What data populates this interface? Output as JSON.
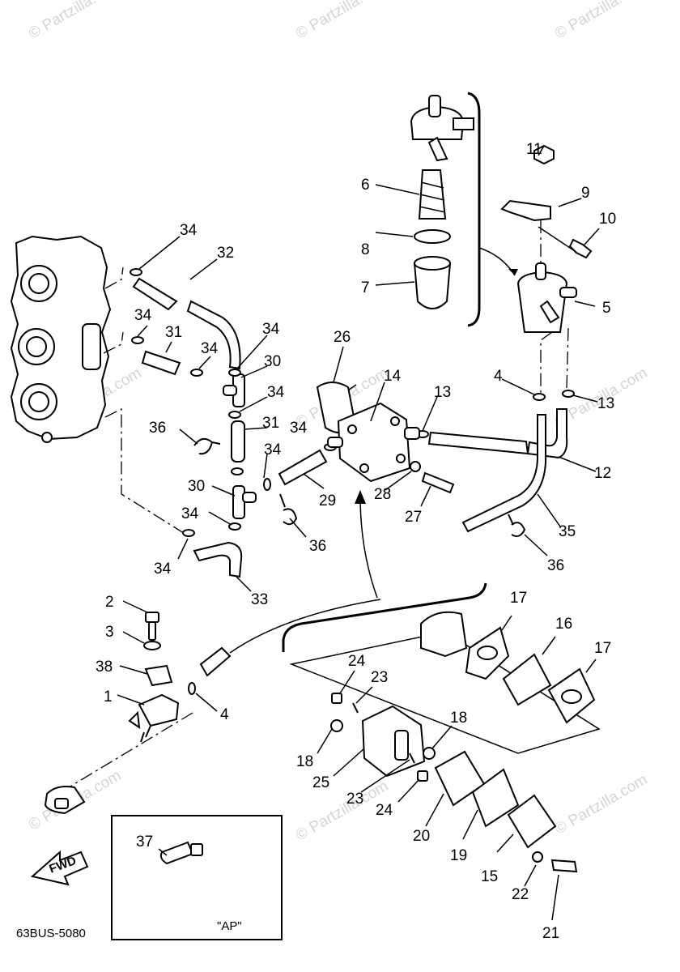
{
  "watermark": {
    "text": "© Partzilla.com"
  },
  "diagram_code": "63BUS-5080",
  "inset_caption": "\"AP\"",
  "fwd_label": "FWD",
  "callouts": [
    {
      "id": "c11",
      "text": "11"
    },
    {
      "id": "c9",
      "text": "9"
    },
    {
      "id": "c10",
      "text": "10"
    },
    {
      "id": "c6",
      "text": "6"
    },
    {
      "id": "c8",
      "text": "8"
    },
    {
      "id": "c7",
      "text": "7"
    },
    {
      "id": "c5",
      "text": "5"
    },
    {
      "id": "c34a",
      "text": "34"
    },
    {
      "id": "c32",
      "text": "32"
    },
    {
      "id": "c34b",
      "text": "34"
    },
    {
      "id": "c31a",
      "text": "31"
    },
    {
      "id": "c34c",
      "text": "34"
    },
    {
      "id": "c34d",
      "text": "34"
    },
    {
      "id": "c30a",
      "text": "30"
    },
    {
      "id": "c34e",
      "text": "34"
    },
    {
      "id": "c31b",
      "text": "31"
    },
    {
      "id": "c36a",
      "text": "36"
    },
    {
      "id": "c34f",
      "text": "34"
    },
    {
      "id": "c34g",
      "text": "34"
    },
    {
      "id": "c30b",
      "text": "30"
    },
    {
      "id": "c34h",
      "text": "34"
    },
    {
      "id": "c34i",
      "text": "34"
    },
    {
      "id": "c33",
      "text": "33"
    },
    {
      "id": "c36b",
      "text": "36"
    },
    {
      "id": "c29",
      "text": "29"
    },
    {
      "id": "c26",
      "text": "26"
    },
    {
      "id": "c14",
      "text": "14"
    },
    {
      "id": "c13a",
      "text": "13"
    },
    {
      "id": "c28",
      "text": "28"
    },
    {
      "id": "c27",
      "text": "27"
    },
    {
      "id": "c4a",
      "text": "4"
    },
    {
      "id": "c13b",
      "text": "13"
    },
    {
      "id": "c12",
      "text": "12"
    },
    {
      "id": "c35",
      "text": "35"
    },
    {
      "id": "c36c",
      "text": "36"
    },
    {
      "id": "c2",
      "text": "2"
    },
    {
      "id": "c3",
      "text": "3"
    },
    {
      "id": "c38",
      "text": "38"
    },
    {
      "id": "c1",
      "text": "1"
    },
    {
      "id": "c4b",
      "text": "4"
    },
    {
      "id": "c17a",
      "text": "17"
    },
    {
      "id": "c16",
      "text": "16"
    },
    {
      "id": "c17b",
      "text": "17"
    },
    {
      "id": "c24a",
      "text": "24"
    },
    {
      "id": "c23a",
      "text": "23"
    },
    {
      "id": "c18a",
      "text": "18"
    },
    {
      "id": "c18b",
      "text": "18"
    },
    {
      "id": "c25",
      "text": "25"
    },
    {
      "id": "c23b",
      "text": "23"
    },
    {
      "id": "c24b",
      "text": "24"
    },
    {
      "id": "c20",
      "text": "20"
    },
    {
      "id": "c19",
      "text": "19"
    },
    {
      "id": "c15",
      "text": "15"
    },
    {
      "id": "c22",
      "text": "22"
    },
    {
      "id": "c21",
      "text": "21"
    },
    {
      "id": "c37",
      "text": "37"
    }
  ]
}
